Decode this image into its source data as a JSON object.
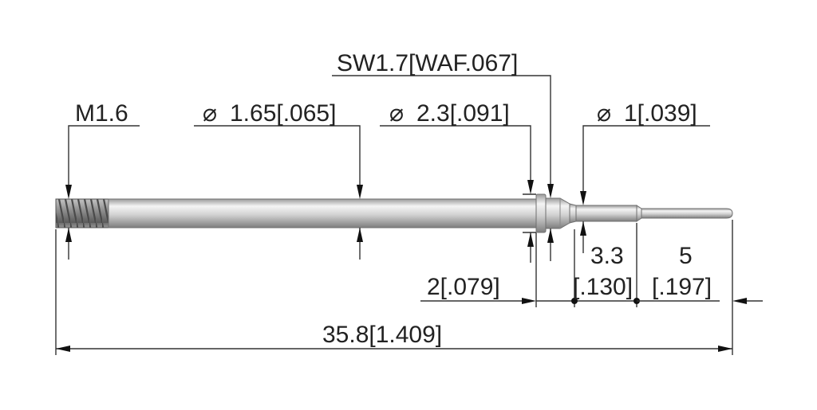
{
  "labels": {
    "thread": "M1.6",
    "shaft_dia": "1.65[.065]",
    "collar_dia": "2.3[.091]",
    "wrench_flat": "SW1.7[WAF.067]",
    "tip_dia": "1[.039]",
    "collar_len": "2[.079]",
    "neck_len_mm": "3.3",
    "neck_len_in": "[.130]",
    "tip_len_mm": "5",
    "tip_len_in": "[.197]",
    "overall_len": "35.8[1.409]"
  },
  "symbols": {
    "diameter": "⌀"
  },
  "colors": {
    "part_light": "#eeeeee",
    "part_mid": "#c9c9c9",
    "part_dark": "#8a8a8a",
    "lines": "#333333"
  }
}
